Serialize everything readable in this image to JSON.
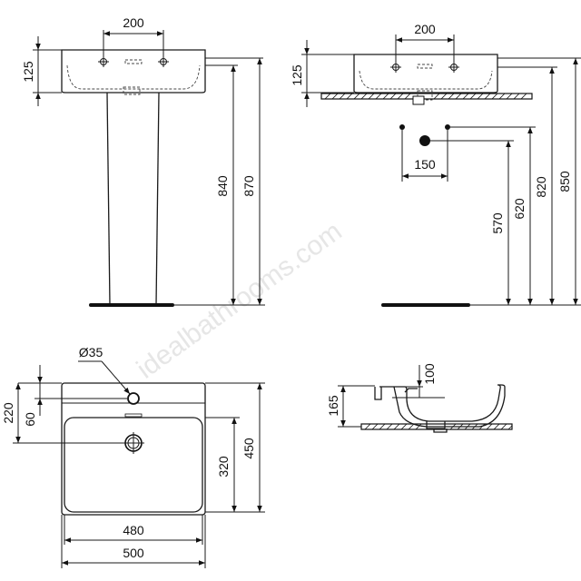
{
  "watermark": "idealbathrooms.com",
  "front_view": {
    "dim_top_width": "200",
    "dim_height_left": "125",
    "dim_rim_height": "840",
    "dim_total_height": "870"
  },
  "wall_view": {
    "dim_top_width": "200",
    "dim_height_left": "125",
    "dim_waste_spacing": "150",
    "dim_570": "570",
    "dim_620": "620",
    "dim_820": "820",
    "dim_850": "850"
  },
  "plan_view": {
    "dim_taphole": "Ø35",
    "dim_220": "220",
    "dim_60": "60",
    "dim_bowl_depth": "320",
    "dim_overall_depth": "450",
    "dim_bowl_width": "480",
    "dim_overall_width": "500"
  },
  "side_view": {
    "dim_165": "165",
    "dim_100": "100"
  },
  "colors": {
    "line": "#1a1a1a",
    "watermark": "#e6e6e6"
  }
}
